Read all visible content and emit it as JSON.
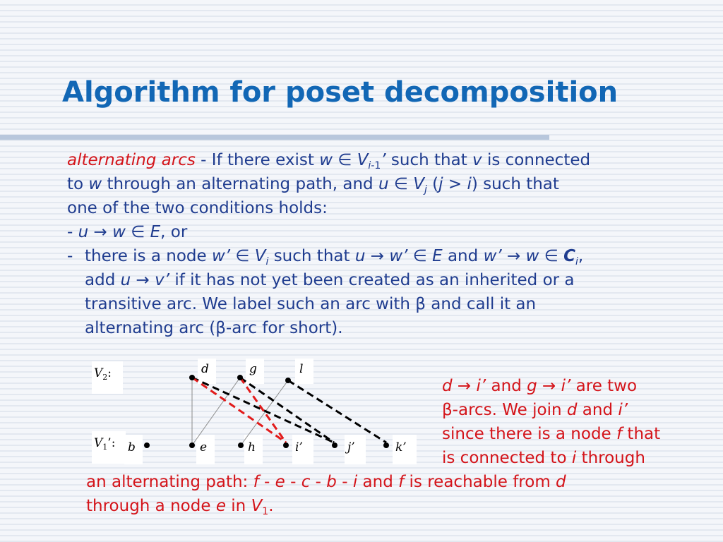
{
  "title": "Algorithm for poset decomposition",
  "definition": {
    "term": "alternating arcs",
    "l1": [
      " - If there exist ",
      "w",
      " ∈ ",
      "V",
      "i",
      "-1",
      "’",
      " such that ",
      "v",
      " is connected"
    ],
    "l2": [
      "to ",
      "w",
      " through an alternating path, and ",
      "u",
      " ∈ ",
      "V",
      "j",
      " (",
      "j",
      " > ",
      "i",
      ") such that"
    ],
    "l3": "one of the two conditions holds:",
    "l4": [
      "- ",
      "u",
      " → ",
      "w",
      " ∈ ",
      "E",
      ", or"
    ],
    "l5": [
      "- ",
      "there is a node ",
      "w’",
      " ∈ ",
      "V",
      "i",
      " such that ",
      "u",
      " → ",
      "w’",
      " ∈ ",
      "E",
      " and ",
      "w’",
      " → ",
      "w",
      " ∈ ",
      "C",
      "i",
      ","
    ],
    "l6": [
      "add ",
      "u",
      " → ",
      "v’",
      " if it has not yet been created as an inherited or a"
    ],
    "l7": "transitive arc. We label such an arc with β and call it an",
    "l8": "alternating arc (β-arc for short)."
  },
  "diagram": {
    "v2_label": [
      "V",
      "2",
      ":"
    ],
    "v1_label": [
      "V",
      "1",
      "’",
      ":"
    ],
    "top_nodes": [
      "d",
      "g",
      "l"
    ],
    "bottom_nodes": [
      "b",
      "e",
      "h",
      "i’",
      "j’",
      "k’"
    ],
    "colors": {
      "black_arc": "#000000",
      "red_arc": "#e21b1b",
      "plain_edge": "#8a8a8a"
    }
  },
  "note": {
    "n1": [
      "d",
      " → ",
      "i’",
      " and ",
      "g",
      " → ",
      "i’",
      " are two"
    ],
    "n2": "β-arcs. We join d and i’",
    "n2_parts": [
      "β-arcs. We join ",
      "d",
      " and ",
      "i’"
    ],
    "n3": [
      "since there is a node ",
      "f",
      " that"
    ],
    "n4": [
      "is connected to ",
      "i",
      " through"
    ],
    "n5": [
      "an alternating path: ",
      "f",
      " - ",
      "e",
      " - ",
      "c",
      " - ",
      "b",
      " - ",
      "i",
      " and ",
      "f",
      " is reachable from ",
      "d"
    ],
    "n6": [
      "through a node ",
      "e",
      " in ",
      "V",
      "1",
      "."
    ]
  },
  "colors": {
    "title": "#1267b5",
    "body": "#1f3c8f",
    "highlight": "#d4141a",
    "rule": "#b8c7dc"
  }
}
